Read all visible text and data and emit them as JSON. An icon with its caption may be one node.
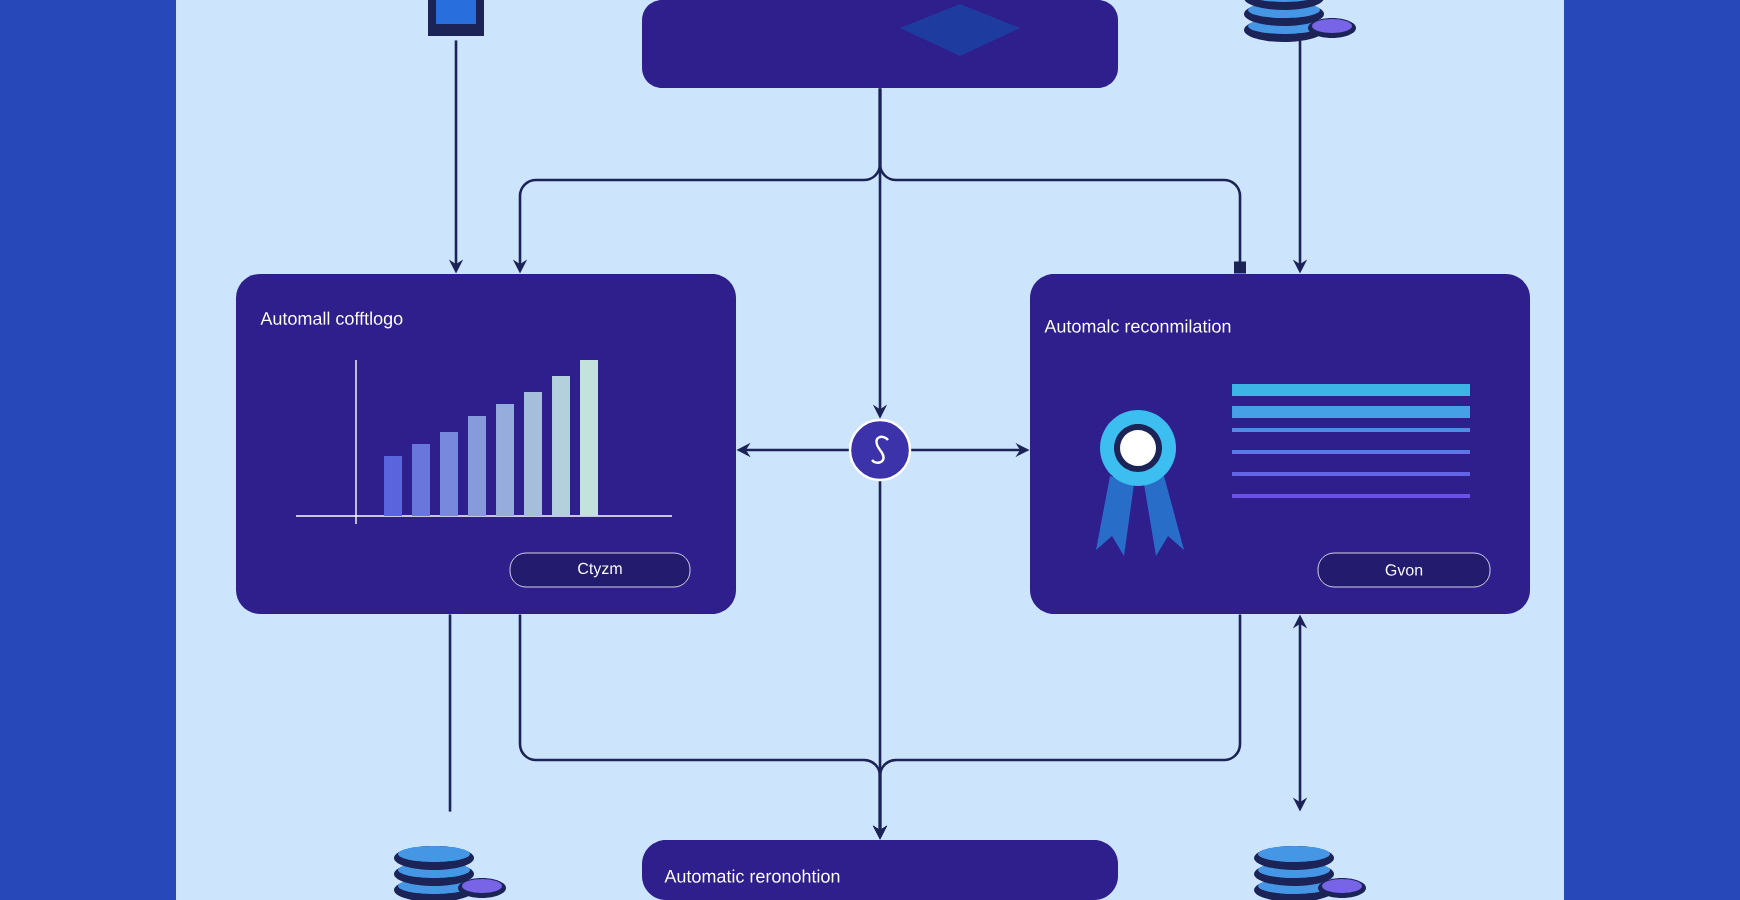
{
  "diagram": {
    "nodes": [
      {
        "text": [],
        "shape": "box"
      },
      {
        "text": [
          "Automall cofftlogo"
        ]
      },
      {
        "text": [
          "Ctyzm"
        ],
        "in": 1
      },
      {
        "text": [
          "Automalc reconmilation"
        ]
      },
      {
        "text": [
          "Gvon"
        ],
        "in": 3
      },
      {
        "text": [],
        "shape": "circle"
      },
      {
        "text": [
          "Automatic reronohtion"
        ]
      },
      {
        "text": [],
        "shape": "picture"
      },
      {
        "text": [],
        "shape": "picture"
      },
      {
        "text": [],
        "shape": "picture"
      },
      {
        "text": [],
        "shape": "picture"
      }
    ],
    "edges": [
      {
        "from": 7,
        "to": 1,
        "arrow": "to"
      },
      {
        "from": 0,
        "to": 1,
        "arrow": "to"
      },
      {
        "from": 0,
        "to": 3,
        "arrow": "other"
      },
      {
        "from": 8,
        "to": 3,
        "arrow": "to"
      },
      {
        "from": 0,
        "to": 5,
        "arrow": "to"
      },
      {
        "from": 5,
        "to": 1,
        "arrow": "to"
      },
      {
        "from": 5,
        "to": 3,
        "arrow": "to"
      },
      {
        "from": 5,
        "to": 6,
        "arrow": "to"
      },
      {
        "from": 1,
        "to": 9,
        "arrow": "none"
      },
      {
        "from": 1,
        "to": 6,
        "arrow": "to"
      },
      {
        "from": 3,
        "to": 6,
        "arrow": "to"
      },
      {
        "from": 3,
        "to": 10,
        "arrow": "both"
      }
    ]
  }
}
